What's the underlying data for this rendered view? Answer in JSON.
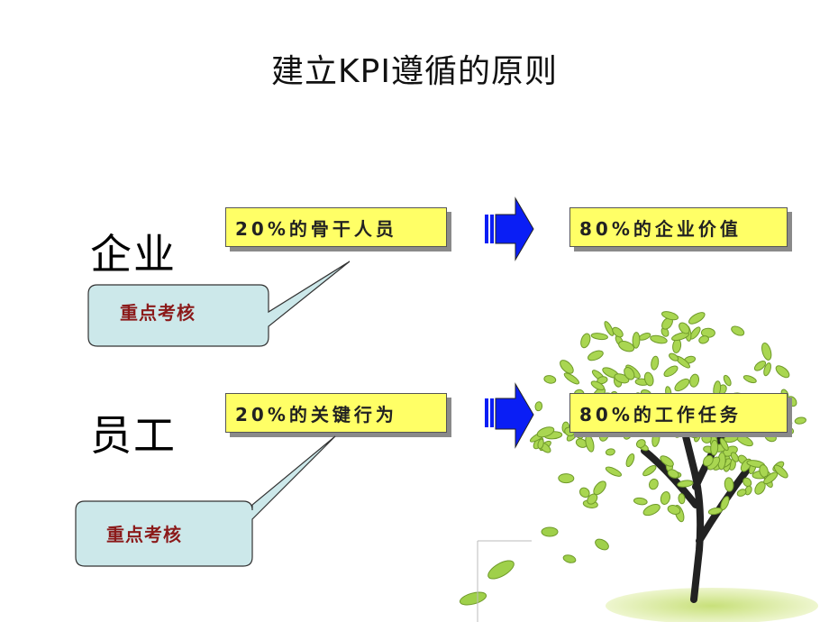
{
  "title": "建立KPI遵循的原则",
  "rows": [
    {
      "label": "企业",
      "left_box": "20%的骨干人员",
      "right_box": "80%的企业价值",
      "callout": "重点考核"
    },
    {
      "label": "员工",
      "left_box": "20%的关键行为",
      "right_box": "80%的工作任务",
      "callout": "重点考核"
    }
  ],
  "colors": {
    "box_fill": "#ffff66",
    "callout_fill": "#cce8ea",
    "arrow_fill": "#0a1ef5",
    "callout_text": "#8b1a1a",
    "leaf_green": "#a9d651"
  },
  "decorations": [
    "tree-illustration"
  ]
}
